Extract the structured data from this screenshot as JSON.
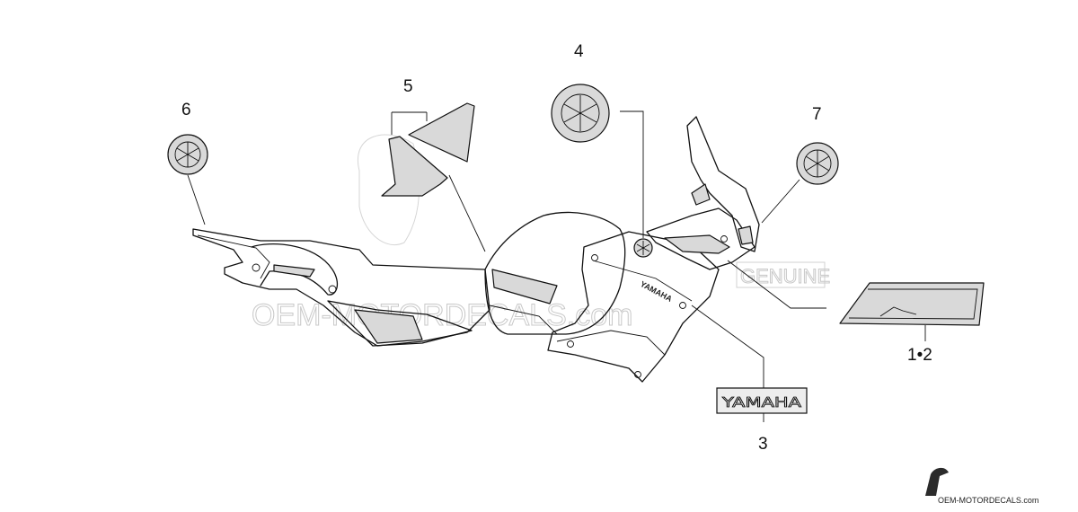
{
  "callouts": {
    "c1_2": "1•2",
    "c3": "3",
    "c4": "4",
    "c5": "5",
    "c6": "6",
    "c7": "7"
  },
  "decal": {
    "yamaha_emblem_text": "YAMAHA",
    "side_text": "YAMAHA"
  },
  "watermark": {
    "main": "OEM-MOTORDECALS.com",
    "genuine": "GENUINE"
  },
  "footer": {
    "brand": "OEM-MOTORDECALS.com"
  },
  "colors": {
    "line": "#111111",
    "decal_fill": "#d9d9d9",
    "watermark": "#c8c8c8"
  }
}
